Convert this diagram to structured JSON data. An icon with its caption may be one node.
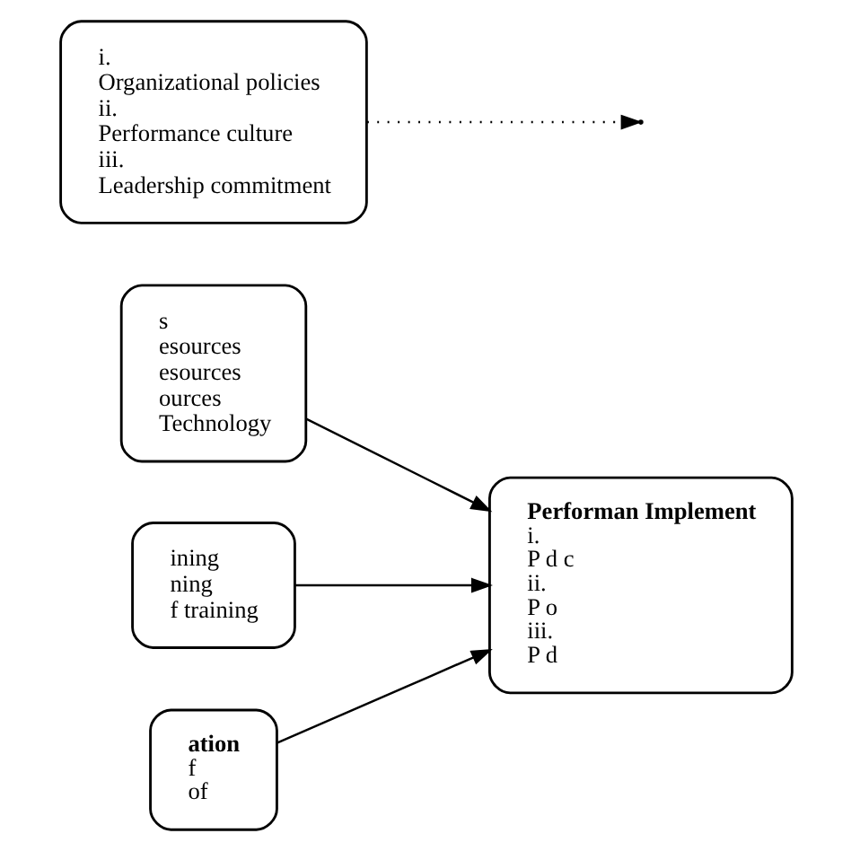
{
  "diagram": {
    "nodes": [
      {
        "text": [
          "s",
          "esources",
          "esources",
          "ources",
          "Technology"
        ]
      },
      {
        "text": [
          "ining",
          "ning",
          "f training"
        ]
      },
      {
        "text": [
          "ation",
          "f",
          "of"
        ]
      },
      {
        "text": [
          "Performan Implement",
          "i.",
          "P d c",
          "ii.",
          "P o",
          "iii.",
          "P d"
        ]
      },
      {
        "text": [
          "i.",
          "Organizational policies",
          "ii.",
          "Performance culture",
          "iii.",
          "Leadership commitment"
        ]
      }
    ],
    "edges": [
      {
        "from": 0,
        "to": 3,
        "arrow": "to"
      },
      {
        "from": 1,
        "to": 3,
        "arrow": "to"
      },
      {
        "from": 2,
        "to": 3,
        "arrow": "to"
      },
      {
        "from": 4,
        "to": null,
        "arrow": "to",
        "style": "dashed"
      }
    ]
  }
}
